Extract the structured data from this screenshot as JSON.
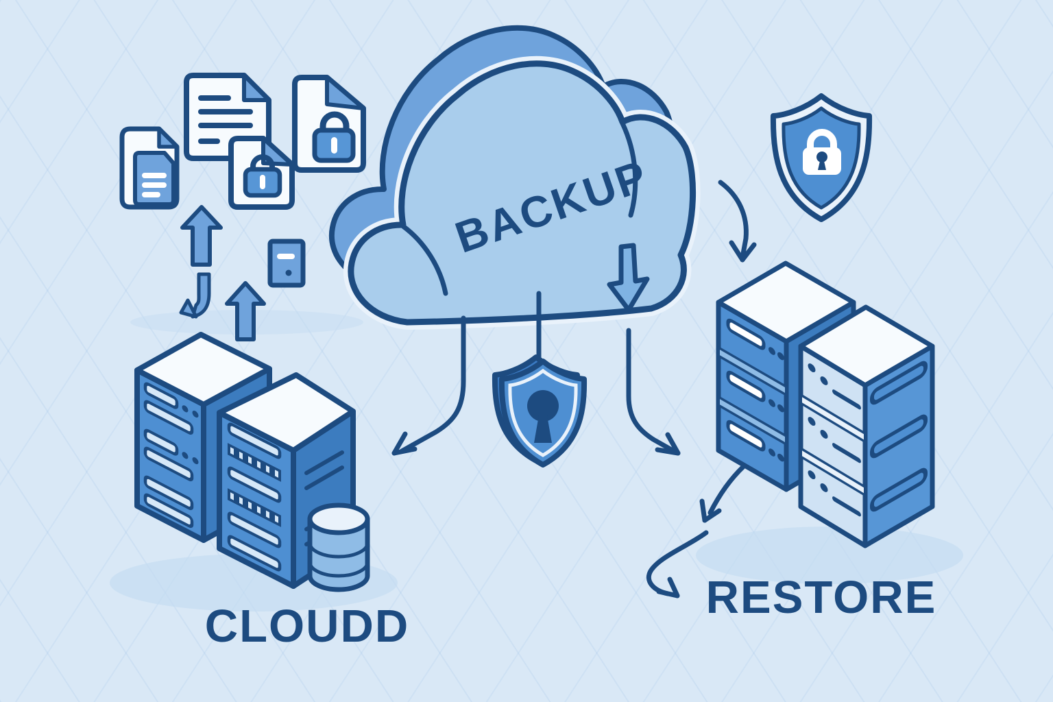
{
  "scene": {
    "description": "Isometric illustration of cloud backup: documents uploaded from servers to a secure cloud, then restored to server racks"
  },
  "labels": {
    "cloud": "BACKUP",
    "left_group": "CLOUDD",
    "right_group": "RESTORE"
  },
  "colors": {
    "background": "#d9e8f6",
    "outline_navy": "#1d4b80",
    "cloud_light": "#a9cdec",
    "cloud_back": "#6fa3dc",
    "medium_blue": "#4e8fd2",
    "bright_blue": "#5796d6",
    "dark_face_blue": "#3c7cbf",
    "pale_slat": "#d6e8f8",
    "paper_white": "#f7fbfe",
    "soft_shadow": "#c3dcf1"
  },
  "icons": [
    "document-icon",
    "document-text-icon",
    "file-lock-large-icon",
    "file-lock-small-icon",
    "upload-arrow-icon",
    "upload-arrow-2-icon",
    "hook-down-arrow-icon",
    "tablet-icon",
    "cloud-icon",
    "shield-keyhole-icon",
    "shield-lock-icon",
    "download-solid-arrow-icon",
    "flow-arrow-left-icon",
    "flow-arrow-right-icon",
    "flow-arrow-shield-icon",
    "flow-arrow-restore-1-icon",
    "flow-arrow-restore-2-icon",
    "server-tower-icon",
    "server-tower-front-icon",
    "database-cylinder-icon",
    "server-stack-back-icon",
    "server-stack-front-icon"
  ]
}
